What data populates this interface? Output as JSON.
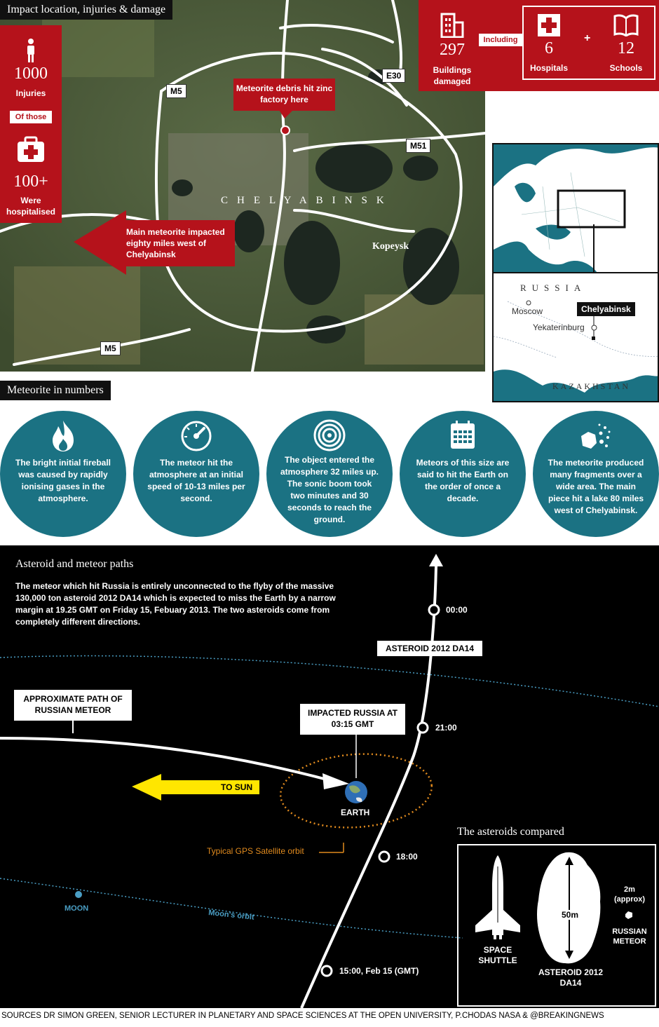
{
  "map_section": {
    "title": "Impact location, injuries & damage",
    "roads": [
      "M5",
      "E30",
      "M51",
      "M5"
    ],
    "city": "CHELYABINSK",
    "town": "Kopeysk",
    "factory_callout": "Meteorite debris hit zinc factory here",
    "arrow_callout": "Main meteorite impacted eighty miles west of Chelyabinsk"
  },
  "injuries": {
    "count": "1000",
    "label": "Injuries",
    "of_those": "Of those",
    "hospitalised_count": "100+",
    "hospitalised_label": "Were hospitalised"
  },
  "damage": {
    "buildings_count": "297",
    "buildings_label": "Buildings damaged",
    "including": "Including",
    "hospitals_count": "6",
    "hospitals_label": "Hospitals",
    "plus": "+",
    "schools_count": "12",
    "schools_label": "Schools"
  },
  "inset": {
    "country": "RUSSIA",
    "moscow": "Moscow",
    "yekaterinburg": "Yekaterinburg",
    "chelyabinsk": "Chelyabinsk",
    "kazakhstan": "KAZAKHSTAN"
  },
  "numbers": {
    "title": "Meteorite in numbers",
    "facts": [
      {
        "icon": "fire-icon",
        "text": "The bright initial fireball was caused by rapidly ionising gases in the atmosphere."
      },
      {
        "icon": "speedometer-icon",
        "text": "The meteor hit the atmosphere at an initial speed of 10-13 miles per second."
      },
      {
        "icon": "sonic-rings-icon",
        "text": "The object entered the atmosphere 32 miles up. The sonic boom took two minutes and 30 seconds to reach the ground."
      },
      {
        "icon": "calendar-icon",
        "text": "Meteors of this size are said to hit the Earth on the order of once a decade."
      },
      {
        "icon": "fragments-icon",
        "text": "The meteorite produced many fragments over a wide area. The main piece hit a lake 80 miles west of Chelyabinsk."
      }
    ]
  },
  "paths": {
    "title": "Asteroid and meteor paths",
    "intro": "The meteor which hit Russia is entirely unconnected to the flyby of the massive 130,000 ton asteroid 2012 DA14 which is expected to miss the Earth by a narrow margin at 19.25 GMT on Friday 15, Febuary 2013. The two asteroids come from completely different directions.",
    "asteroid_label": "ASTEROID 2012 DA14",
    "meteor_path_label": "APPROXIMATE PATH OF RUSSIAN METEOR",
    "impact_label": "IMPACTED RUSSIA AT 03:15 GMT",
    "to_sun": "TO SUN",
    "earth": "EARTH",
    "gps_orbit": "Typical GPS Satellite orbit",
    "moon": "MOON",
    "moon_orbit": "Moon's orbit",
    "times": [
      "00:00",
      "21:00",
      "18:00",
      "15:00, Feb 15 (GMT)"
    ]
  },
  "compare": {
    "title": "The asteroids compared",
    "shuttle": "SPACE SHUTTLE",
    "asteroid_size": "50m",
    "asteroid": "ASTEROID 2012 DA14",
    "meteor_size": "2m (approx)",
    "meteor": "RUSSIAN METEOR"
  },
  "sources": "SOURCES DR SIMON GREEN, SENIOR LECTURER IN PLANETARY AND SPACE SCIENCES AT THE OPEN UNIVERSITY, P.CHODAS NASA & @BREAKINGNEWS",
  "colors": {
    "red": "#b5121b",
    "teal": "#1b7283",
    "yellow": "#ffe600",
    "orange": "#e08a1e",
    "moon_blue": "#4a9ec4"
  }
}
